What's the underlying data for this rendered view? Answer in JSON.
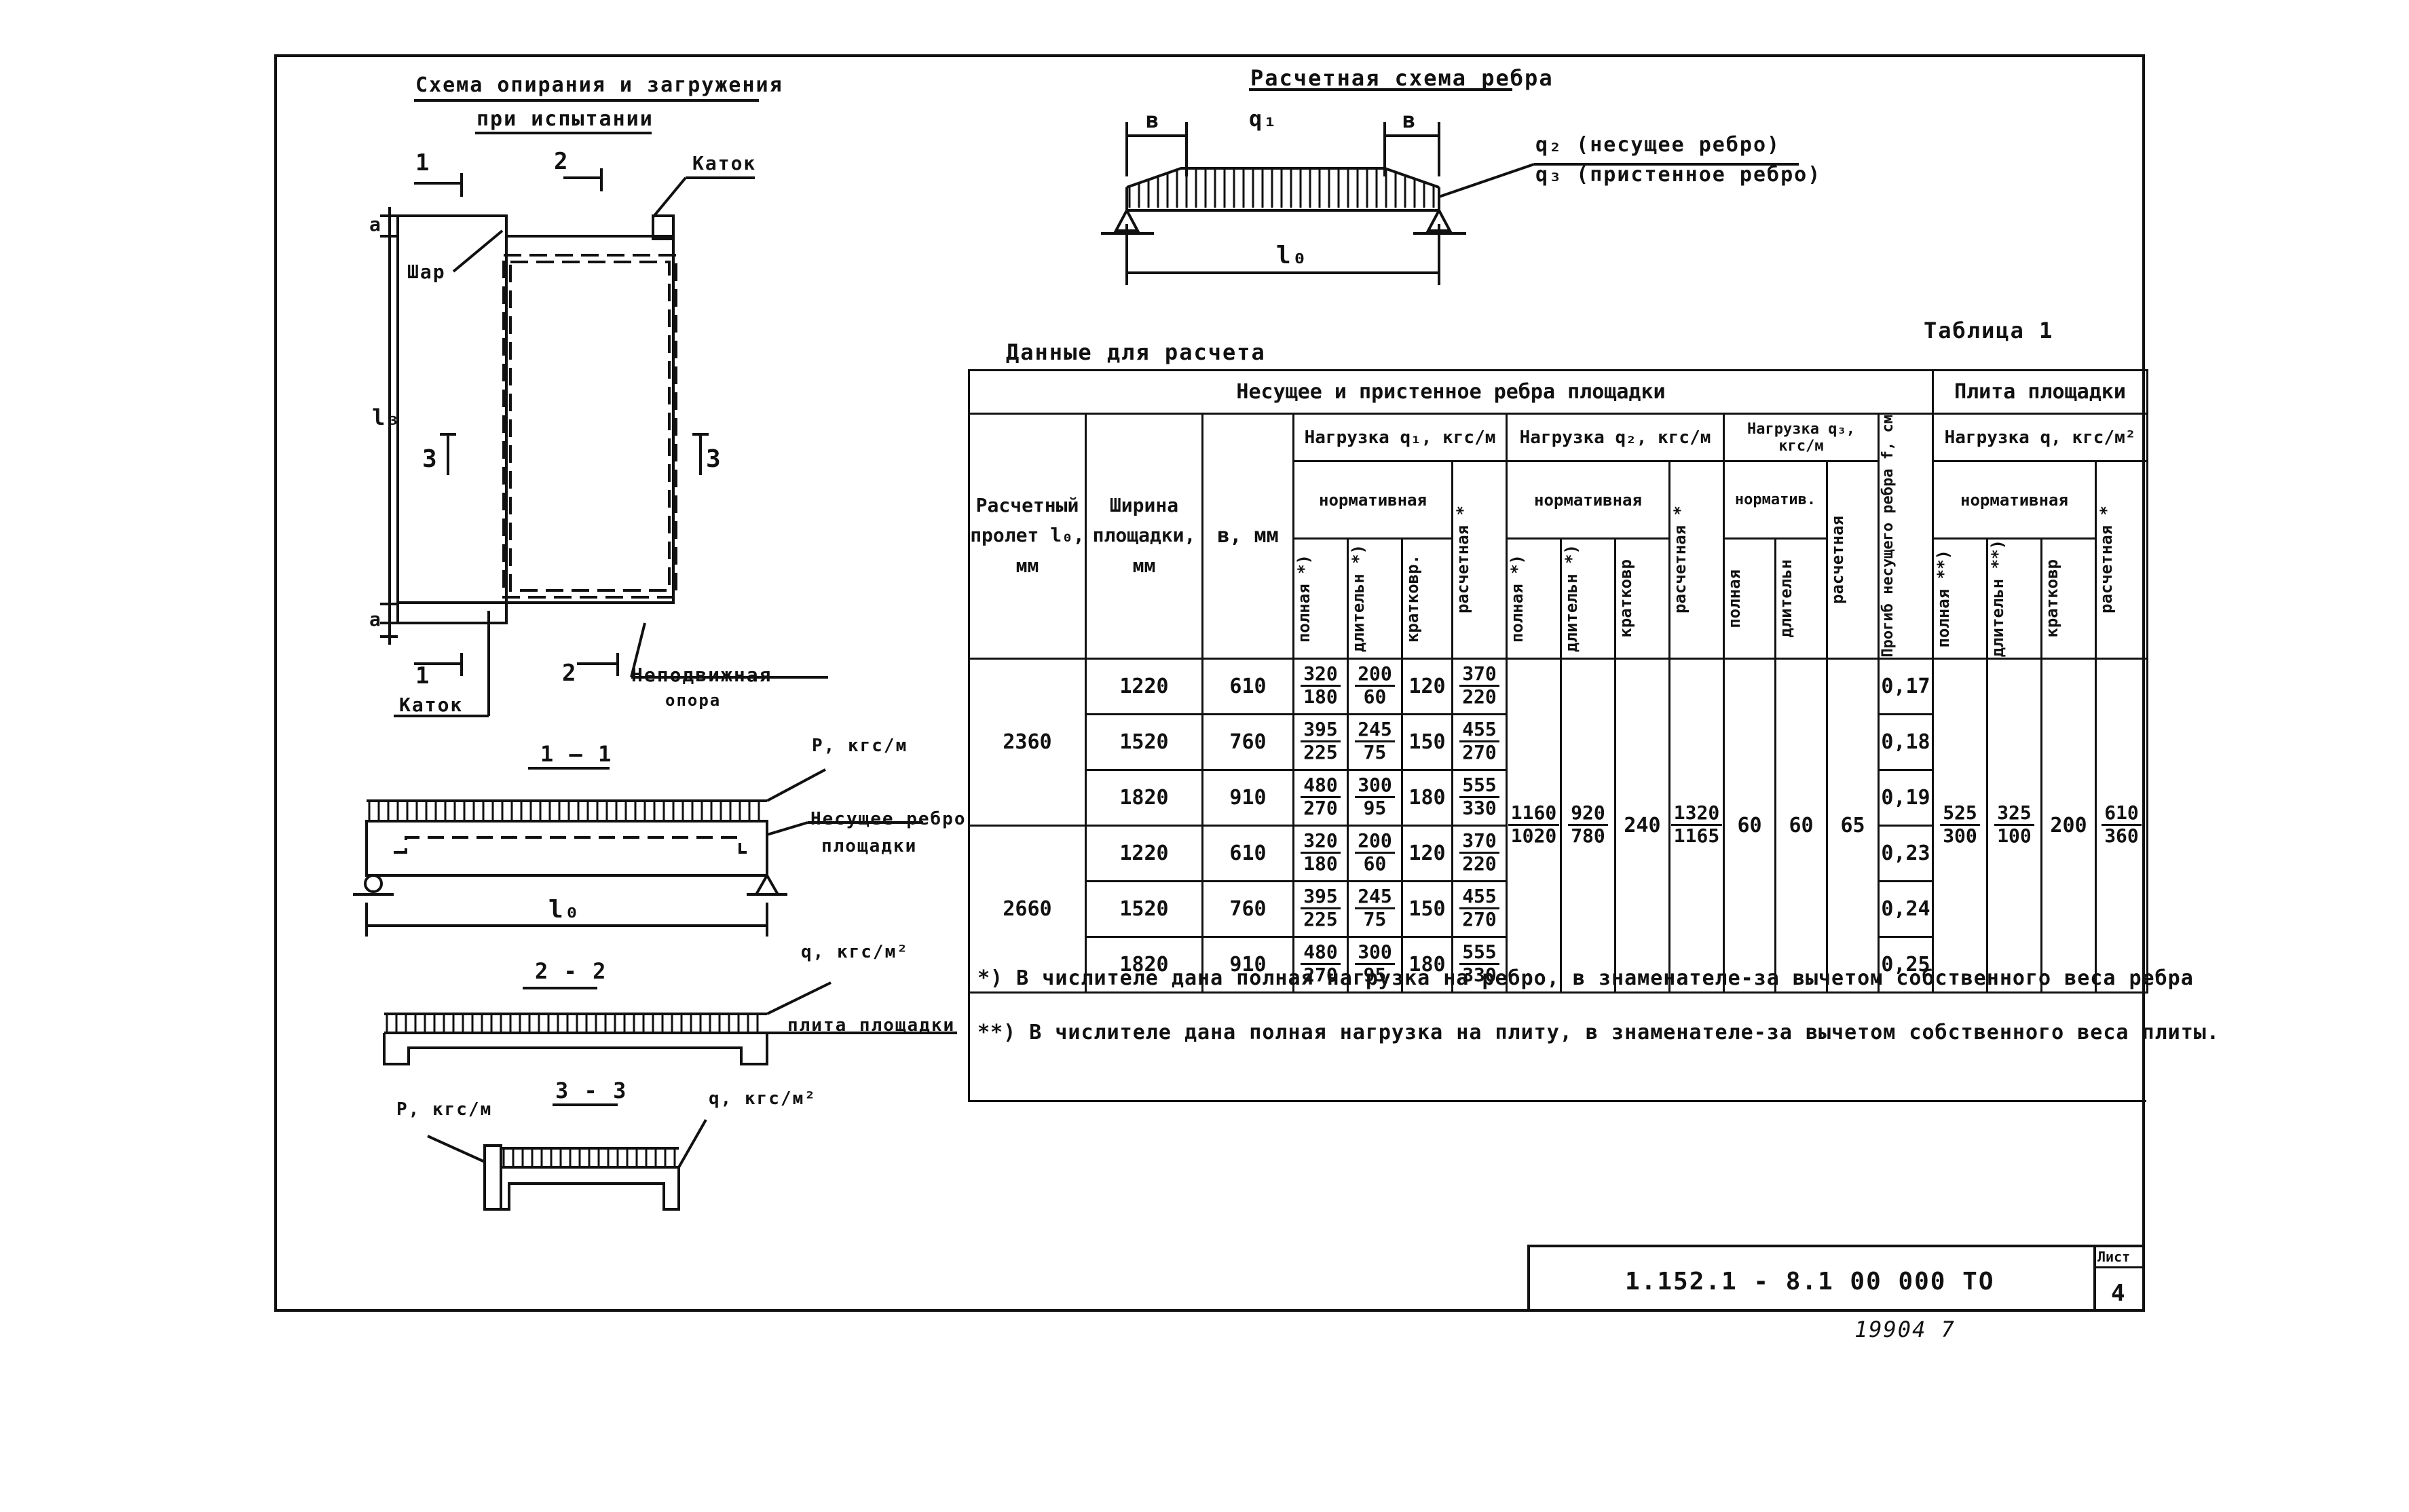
{
  "schemes": {
    "support_title_1": "Схема опирания и загружения",
    "support_title_2": "при испытании",
    "calc_title": "Расчетная схема ребра",
    "katok_top": "Каток",
    "shar": "Шар",
    "katok_bottom": "Каток",
    "fixed_support_1": "Неподвижная",
    "fixed_support_2": "опора",
    "sec_1_top": "1",
    "sec_2_top": "2",
    "sec_1_bot": "1",
    "sec_2_bot": "2",
    "sec_3_left": "3",
    "sec_3_right": "3",
    "dim_a_top": "a",
    "dim_a_bot": "a",
    "dim_l3": "l₃",
    "calc_b_left": "в",
    "calc_q1": "q₁",
    "calc_b_right": "в",
    "calc_q2": "q₂ (несущее ребро)",
    "calc_q3": "q₃ (пристенное ребро)",
    "calc_l0": "l₀",
    "section_11": "1 – 1",
    "section_22": "2 - 2",
    "section_33": "3 - 3",
    "p_label_11": "P, кгс/м",
    "rib_label_1": "Несущее ребро",
    "rib_label_2": "площадки",
    "l0_11": "l₀",
    "q_label_22": "q, кгс/м²",
    "plate_label": "плита площадки",
    "p_label_33": "P, кгс/м",
    "q_label_33": "q, кгс/м²"
  },
  "table": {
    "caption": "Данные для расчета",
    "number": "Таблица 1",
    "head_ribs": "Несущее и пристенное ребра площадки",
    "head_plate": "Плита площадки",
    "col_span": "Расчетный пролет l₀, мм",
    "col_width": "Ширина площадки, мм",
    "col_b": "в, мм",
    "load_q1": "Нагрузка q₁, кгс/м",
    "load_q2": "Нагрузка q₂, кгс/м",
    "load_q3": "Нагрузка q₃, кгс/м",
    "deflection": "Прогиб несущего ребра f, см",
    "load_q_plate": "Нагрузка q, кгс/м²",
    "normative": "нормативная",
    "normative_short": "норматив.",
    "full_star": "полная *)",
    "long_star": "длительн *)",
    "short": "кратковр.",
    "calc_star": "расчетная *",
    "full_star2": "полная *)",
    "long_star2": "длительн *)",
    "short2": "кратковр",
    "calc_star2": "расчетная *",
    "full3": "полная",
    "long3": "длительн",
    "calc3": "расчетная",
    "full_pl": "полная **)",
    "long_pl": "длительн **)",
    "short_pl": "кратковр",
    "calc_pl": "расчетная *"
  },
  "rows": [
    {
      "span": "2360",
      "width": "1220",
      "b": "610",
      "q1f": [
        "320",
        "180"
      ],
      "q1l": [
        "200",
        "60"
      ],
      "q1s": "120",
      "q1c": [
        "370",
        "220"
      ],
      "f": "0,17"
    },
    {
      "span": "",
      "width": "1520",
      "b": "760",
      "q1f": [
        "395",
        "225"
      ],
      "q1l": [
        "245",
        "75"
      ],
      "q1s": "150",
      "q1c": [
        "455",
        "270"
      ],
      "f": "0,18"
    },
    {
      "span": "",
      "width": "1820",
      "b": "910",
      "q1f": [
        "480",
        "270"
      ],
      "q1l": [
        "300",
        "95"
      ],
      "q1s": "180",
      "q1c": [
        "555",
        "330"
      ],
      "f": "0,19"
    },
    {
      "span": "2660",
      "width": "1220",
      "b": "610",
      "q1f": [
        "320",
        "180"
      ],
      "q1l": [
        "200",
        "60"
      ],
      "q1s": "120",
      "q1c": [
        "370",
        "220"
      ],
      "f": "0,23"
    },
    {
      "span": "",
      "width": "1520",
      "b": "760",
      "q1f": [
        "395",
        "225"
      ],
      "q1l": [
        "245",
        "75"
      ],
      "q1s": "150",
      "q1c": [
        "455",
        "270"
      ],
      "f": "0,24"
    },
    {
      "span": "",
      "width": "1820",
      "b": "910",
      "q1f": [
        "480",
        "270"
      ],
      "q1l": [
        "300",
        "95"
      ],
      "q1s": "180",
      "q1c": [
        "555",
        "330"
      ],
      "f": "0,25"
    }
  ],
  "common": {
    "q2f": [
      "1160",
      "1020"
    ],
    "q2l": [
      "920",
      "780"
    ],
    "q2s": "240",
    "q2c": [
      "1320",
      "1165"
    ],
    "q3f": "60",
    "q3l": "60",
    "q3c": "65",
    "qpf": [
      "525",
      "300"
    ],
    "qpl": [
      "325",
      "100"
    ],
    "qps": "200",
    "qpc": [
      "610",
      "360"
    ]
  },
  "notes": {
    "note1": "*) В числителе дана полная нагрузка на ребро, в знаменателе-за вычетом собственного веса ребра",
    "note2": "**) В числителе дана полная нагрузка на плиту, в знаменателе-за вычетом собственного веса плиты."
  },
  "stamp": {
    "code": "1.152.1 - 8.1   00 000 ТО",
    "sheet_label": "Лист",
    "sheet_num": "4",
    "inventory": "19904  7"
  }
}
